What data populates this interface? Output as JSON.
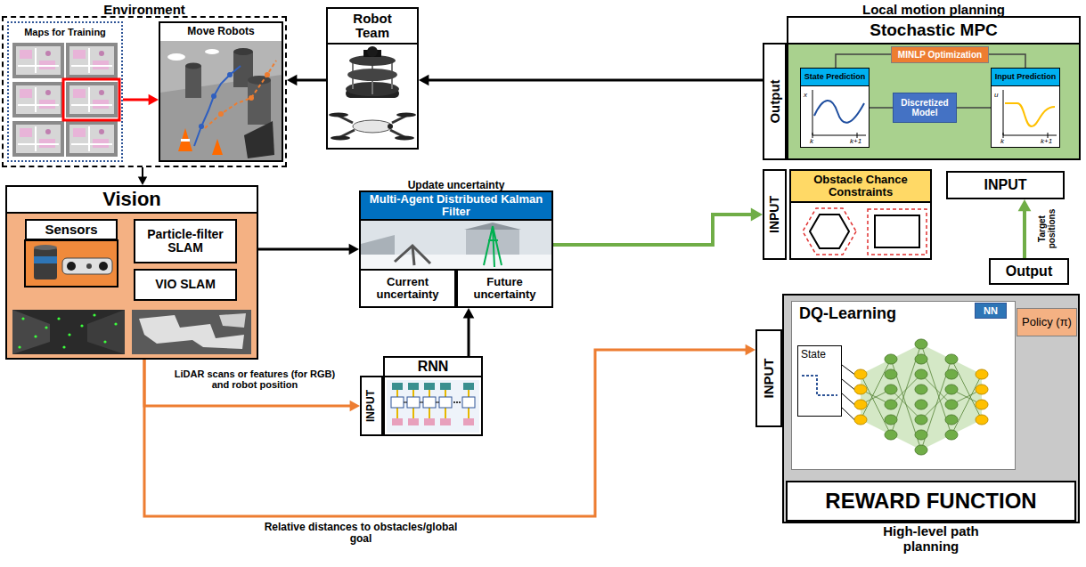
{
  "diagram": {
    "nodes": [
      {
        "text": [
          "Environment"
        ]
      },
      {
        "text": [
          "Maps for Training"
        ],
        "in": 0
      },
      {
        "text": [
          "Move Robots"
        ],
        "in": 0
      },
      {
        "text": [
          "Robot Team"
        ]
      },
      {
        "text": [
          "Local motion planning",
          "Stochastic MPC"
        ]
      },
      {
        "text": [
          "Output"
        ]
      },
      {
        "text": [
          "MINLP Optimization"
        ],
        "in": 4
      },
      {
        "text": [
          "State Prediction"
        ],
        "in": 4
      },
      {
        "text": [
          "Discretized Model"
        ],
        "in": 4
      },
      {
        "text": [
          "Input Prediction"
        ],
        "in": 4
      },
      {
        "text": [
          "INPUT"
        ]
      },
      {
        "text": [
          "Obstacle Chance Constraints"
        ]
      },
      {
        "text": [
          "INPUT"
        ]
      },
      {
        "text": [
          "Output"
        ]
      },
      {
        "text": [
          "Vision"
        ]
      },
      {
        "text": [
          "Sensors"
        ],
        "in": 14
      },
      {
        "text": [
          "Particle-filter SLAM"
        ],
        "in": 14
      },
      {
        "text": [
          "VIO SLAM"
        ],
        "in": 14
      },
      {
        "text": [
          "Update uncertainty"
        ]
      },
      {
        "text": [
          "Multi-Agent Distributed Kalman Filter"
        ],
        "in": 18
      },
      {
        "text": [
          "Current uncertainty"
        ],
        "in": 18
      },
      {
        "text": [
          "Future uncertainty"
        ],
        "in": 18
      },
      {
        "text": [
          "RNN"
        ]
      },
      {
        "text": [
          "INPUT"
        ]
      },
      {
        "text": [
          "High-level path planning"
        ]
      },
      {
        "text": [
          "DQ-Learning"
        ],
        "in": 24
      },
      {
        "text": [
          "State"
        ],
        "in": 25
      },
      {
        "text": [
          "NN"
        ],
        "in": 25
      },
      {
        "text": [
          "Policy (π)"
        ],
        "in": 24
      },
      {
        "text": [
          "REWARD FUNCTION"
        ],
        "in": 24
      },
      {
        "text": [
          "INPUT"
        ]
      }
    ],
    "edges": [
      {
        "from": 1,
        "to": 2,
        "arrow": "to"
      },
      {
        "from": 0,
        "to": 14,
        "arrow": "to"
      },
      {
        "from": 3,
        "to": 0,
        "arrow": "to"
      },
      {
        "from": 5,
        "to": 3,
        "arrow": "to"
      },
      {
        "from": 14,
        "to": 18,
        "arrow": "to"
      },
      {
        "from": 22,
        "to": 21,
        "arrow": "to"
      },
      {
        "from": 18,
        "to": 10,
        "arrow": "to"
      },
      {
        "from": 13,
        "to": 12,
        "label": "Target positions",
        "arrow": "to"
      },
      {
        "from": 14,
        "to": 23,
        "label": "LiDAR scans or features (for RGB) and robot position",
        "arrow": "to"
      },
      {
        "from": 14,
        "to": 30,
        "label": "Relative distances to obstacles/global goal",
        "arrow": "to"
      },
      {
        "from": 6,
        "to": 7,
        "arrow": "none"
      },
      {
        "from": 6,
        "to": 9,
        "arrow": "none"
      },
      {
        "from": 8,
        "to": 7,
        "arrow": "none"
      },
      {
        "from": 8,
        "to": 9,
        "arrow": "none"
      }
    ],
    "labels": [
      "x",
      "k",
      "k+1",
      "u",
      "k",
      "k+1"
    ]
  }
}
